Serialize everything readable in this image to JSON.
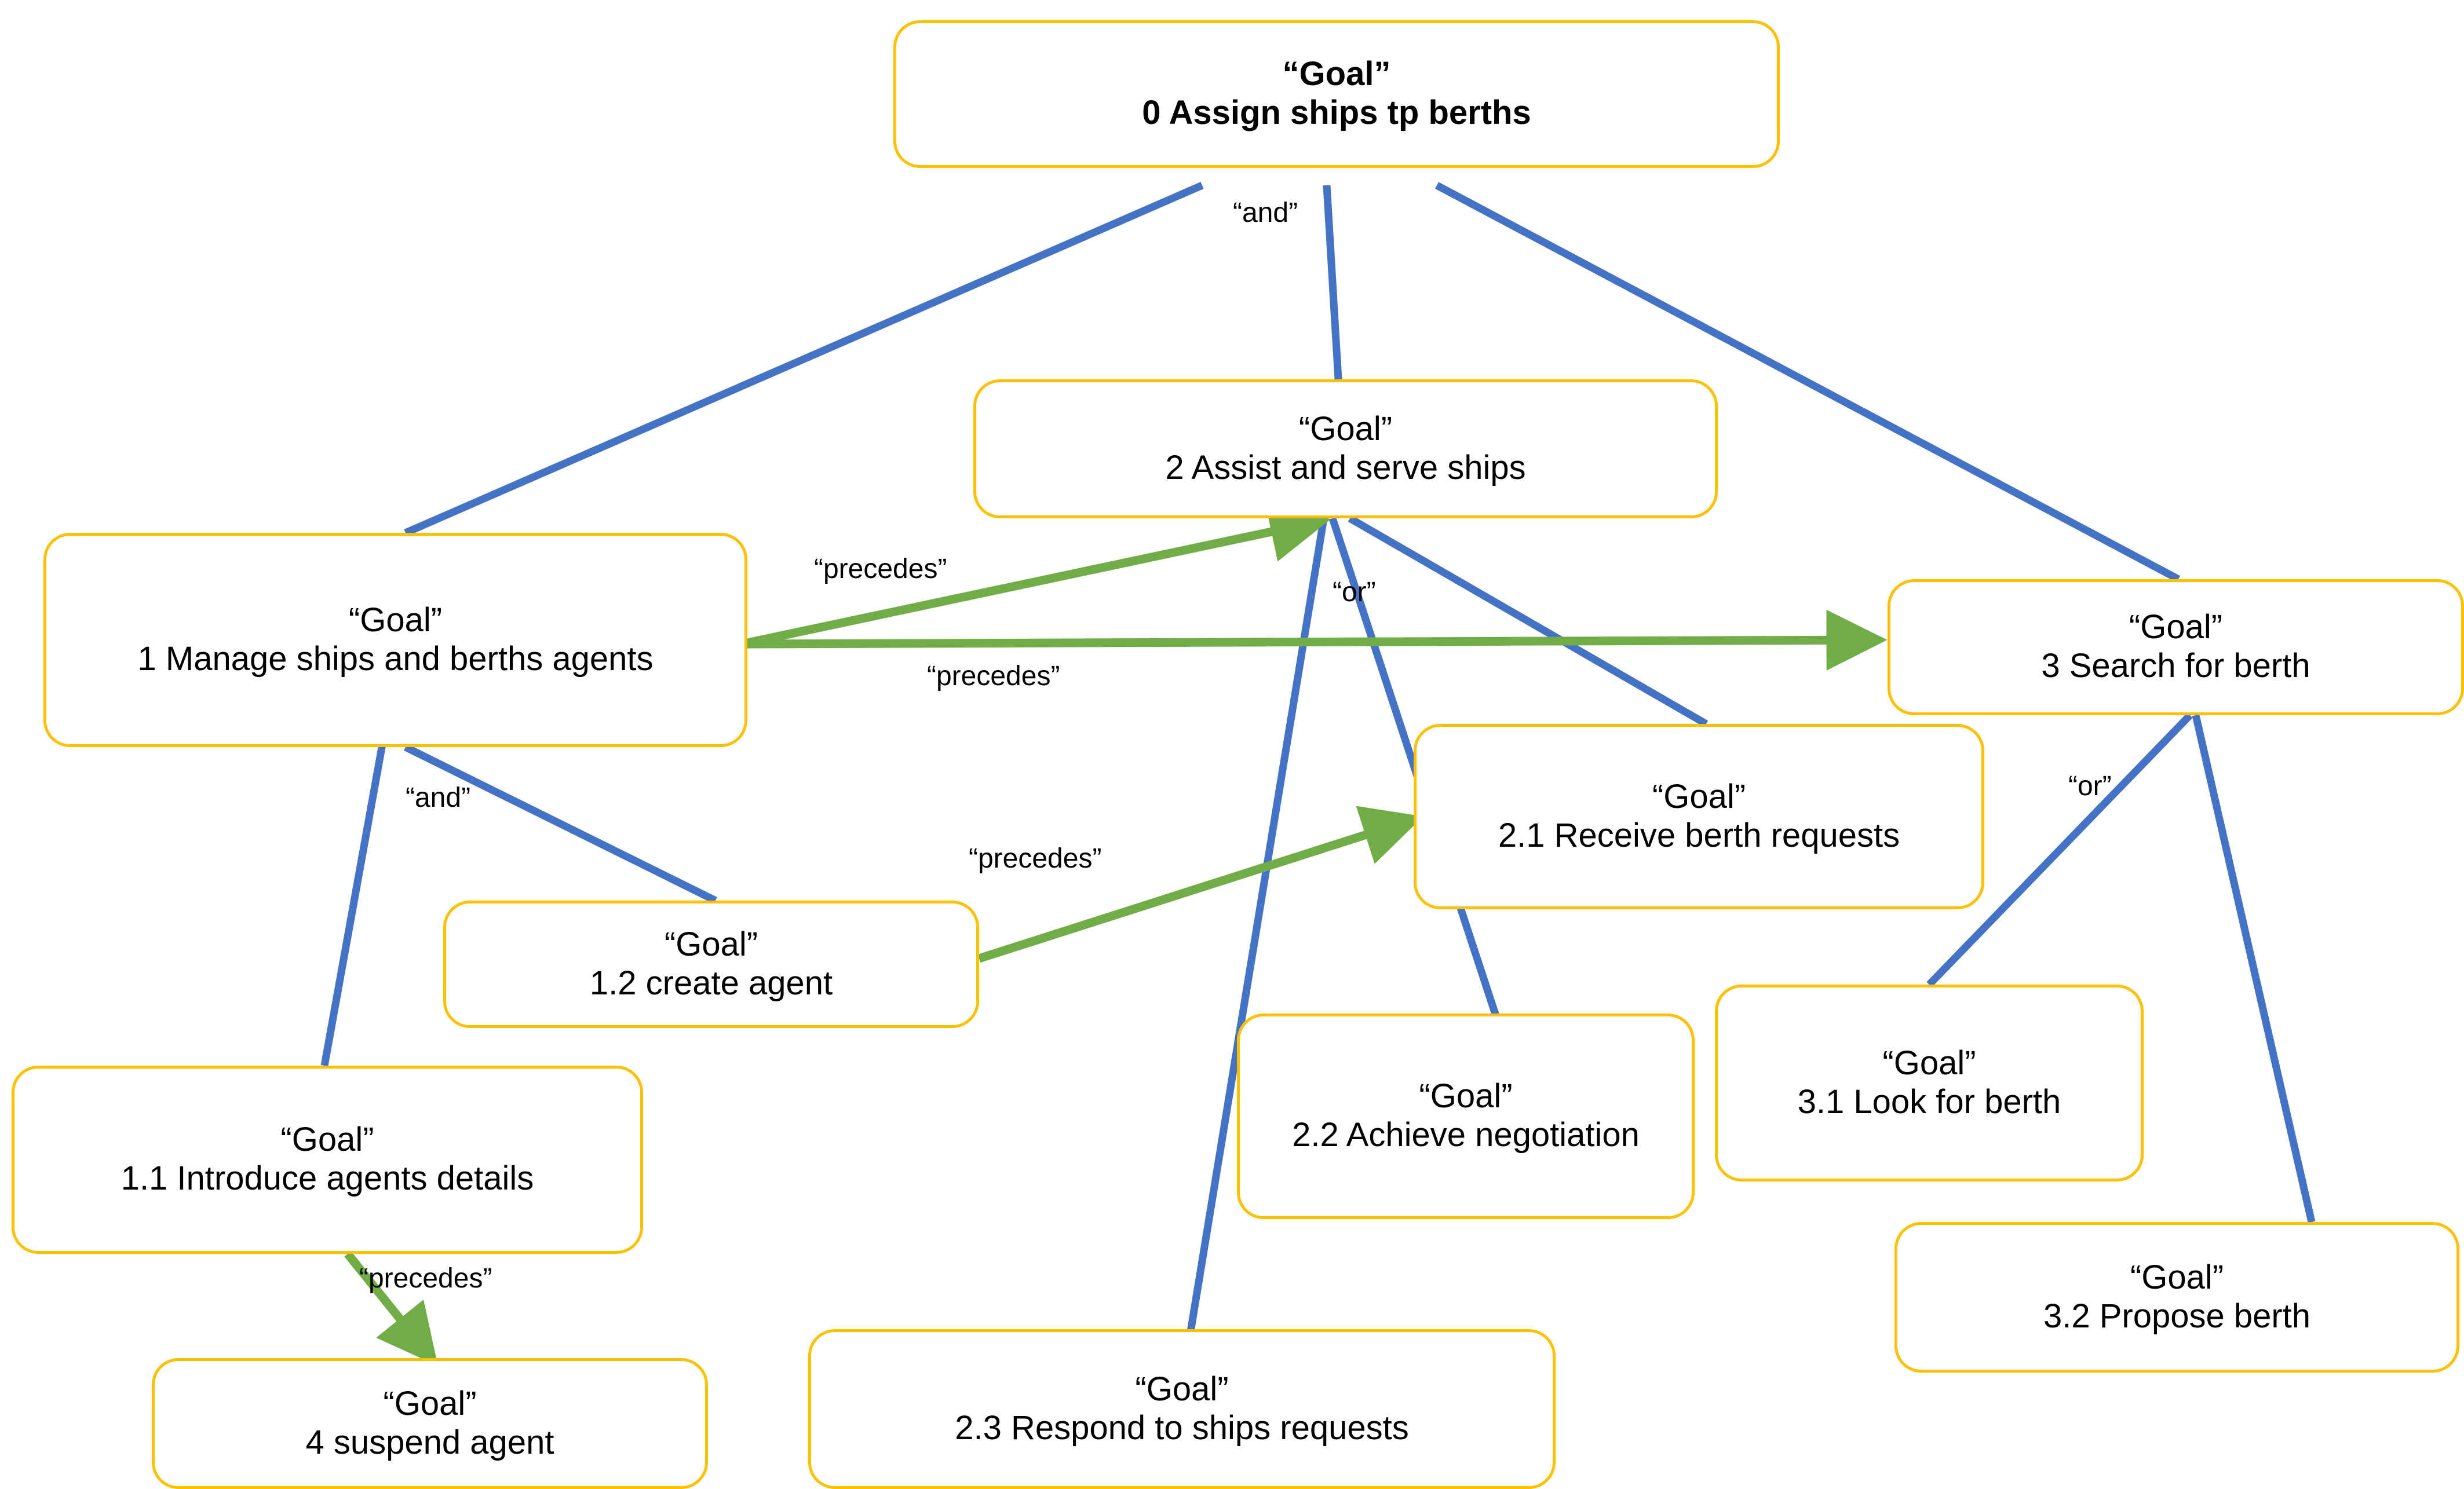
{
  "diagram": {
    "title": "Goal decomposition diagram",
    "node_type_label": "“Goal”",
    "colors": {
      "node_border": "#FFC000",
      "node_fill": "#FFFFFF",
      "decomposition_edge": "#4472C4",
      "precedes_edge": "#70AD47",
      "text": "#000000",
      "background": "#FFFFFF"
    },
    "nodes": [
      {
        "id": "0",
        "type": "“Goal”",
        "label": "0 Assign ships tp berths",
        "bold": true
      },
      {
        "id": "1",
        "type": "“Goal”",
        "label": "1 Manage ships and berths agents",
        "bold": false
      },
      {
        "id": "2",
        "type": "“Goal”",
        "label": "2 Assist and serve ships",
        "bold": false
      },
      {
        "id": "3",
        "type": "“Goal”",
        "label": "3 Search for berth",
        "bold": false
      },
      {
        "id": "1.1",
        "type": "“Goal”",
        "label": "1.1 Introduce agents details",
        "bold": false
      },
      {
        "id": "1.2",
        "type": "“Goal”",
        "label": "1.2 create agent",
        "bold": false
      },
      {
        "id": "2.1",
        "type": "“Goal”",
        "label": "2.1 Receive berth requests",
        "bold": false
      },
      {
        "id": "2.2",
        "type": "“Goal”",
        "label": "2.2 Achieve negotiation",
        "bold": false
      },
      {
        "id": "2.3",
        "type": "“Goal”",
        "label": "2.3 Respond to ships requests",
        "bold": false
      },
      {
        "id": "3.1",
        "type": "“Goal”",
        "label": "3.1 Look for berth",
        "bold": false
      },
      {
        "id": "3.2",
        "type": "“Goal”",
        "label": "3.2 Propose berth",
        "bold": false
      },
      {
        "id": "4",
        "type": "“Goal”",
        "label": "4 suspend agent",
        "bold": false
      }
    ],
    "edge_labels": [
      {
        "id": "and-root",
        "text": "“and”"
      },
      {
        "id": "or-goal2",
        "text": "“or”"
      },
      {
        "id": "or-goal3",
        "text": "“or”"
      },
      {
        "id": "and-goal1",
        "text": "“and”"
      },
      {
        "id": "precedes-1-2",
        "text": "“precedes”"
      },
      {
        "id": "precedes-1-3",
        "text": "“precedes”"
      },
      {
        "id": "precedes-12-21",
        "text": "“precedes”"
      },
      {
        "id": "precedes-11-4",
        "text": "“precedes”"
      }
    ],
    "edges": [
      {
        "from": "0",
        "to": "1",
        "kind": "decomposition",
        "label": "“and”"
      },
      {
        "from": "0",
        "to": "2",
        "kind": "decomposition",
        "label": "“and”"
      },
      {
        "from": "0",
        "to": "3",
        "kind": "decomposition",
        "label": "“and”"
      },
      {
        "from": "1",
        "to": "1.1",
        "kind": "decomposition",
        "label": "“and”"
      },
      {
        "from": "1",
        "to": "1.2",
        "kind": "decomposition",
        "label": "“and”"
      },
      {
        "from": "2",
        "to": "2.1",
        "kind": "decomposition",
        "label": "“or”"
      },
      {
        "from": "2",
        "to": "2.2",
        "kind": "decomposition",
        "label": "“or”"
      },
      {
        "from": "2",
        "to": "2.3",
        "kind": "decomposition",
        "label": "“or”"
      },
      {
        "from": "3",
        "to": "3.1",
        "kind": "decomposition",
        "label": "“or”"
      },
      {
        "from": "3",
        "to": "3.2",
        "kind": "decomposition",
        "label": "“or”"
      },
      {
        "from": "1",
        "to": "2",
        "kind": "precedes",
        "label": "“precedes”"
      },
      {
        "from": "1",
        "to": "3",
        "kind": "precedes",
        "label": "“precedes”"
      },
      {
        "from": "1.2",
        "to": "2.1",
        "kind": "precedes",
        "label": "“precedes”"
      },
      {
        "from": "1.1",
        "to": "4",
        "kind": "precedes",
        "label": "“precedes”"
      }
    ]
  }
}
